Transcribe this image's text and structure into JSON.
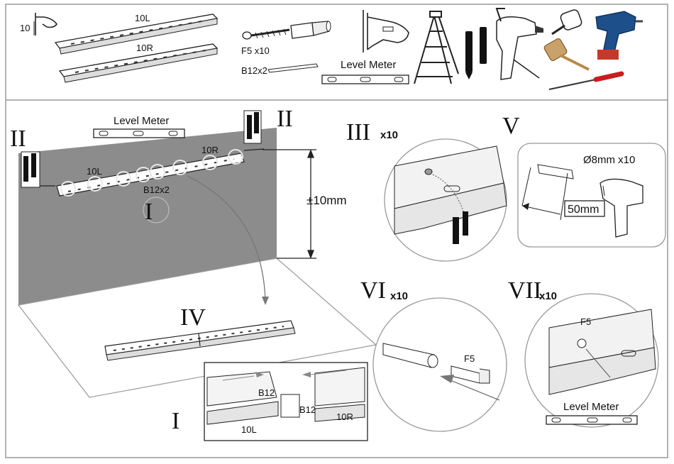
{
  "parts": {
    "height_10": "10",
    "rail_left": "10L",
    "rail_right": "10R",
    "screw": "F5 x10",
    "rod": "B12x2",
    "level_meter": "Level Meter"
  },
  "wall": {
    "level_meter": "Level Meter",
    "step_II_left": "II",
    "step_II_right": "II",
    "rail_right": "10R",
    "rail_left": "10L",
    "rod": "B12x2",
    "step_I": "I",
    "tolerance": "±10mm",
    "step_IV": "IV"
  },
  "detail_I": {
    "roman": "I",
    "b12_a": "B12",
    "b12_b": "B12",
    "left": "10L",
    "right": "10R"
  },
  "step_III": {
    "roman": "III",
    "qty": "x10"
  },
  "step_V": {
    "roman": "V",
    "drill": "Ø8mm  x10",
    "depth": "50mm"
  },
  "step_VI": {
    "roman": "VI",
    "qty": "x10",
    "screw": "F5"
  },
  "step_VII": {
    "roman": "VII",
    "qty": "x10",
    "screw": "F5",
    "level_meter": "Level Meter"
  }
}
